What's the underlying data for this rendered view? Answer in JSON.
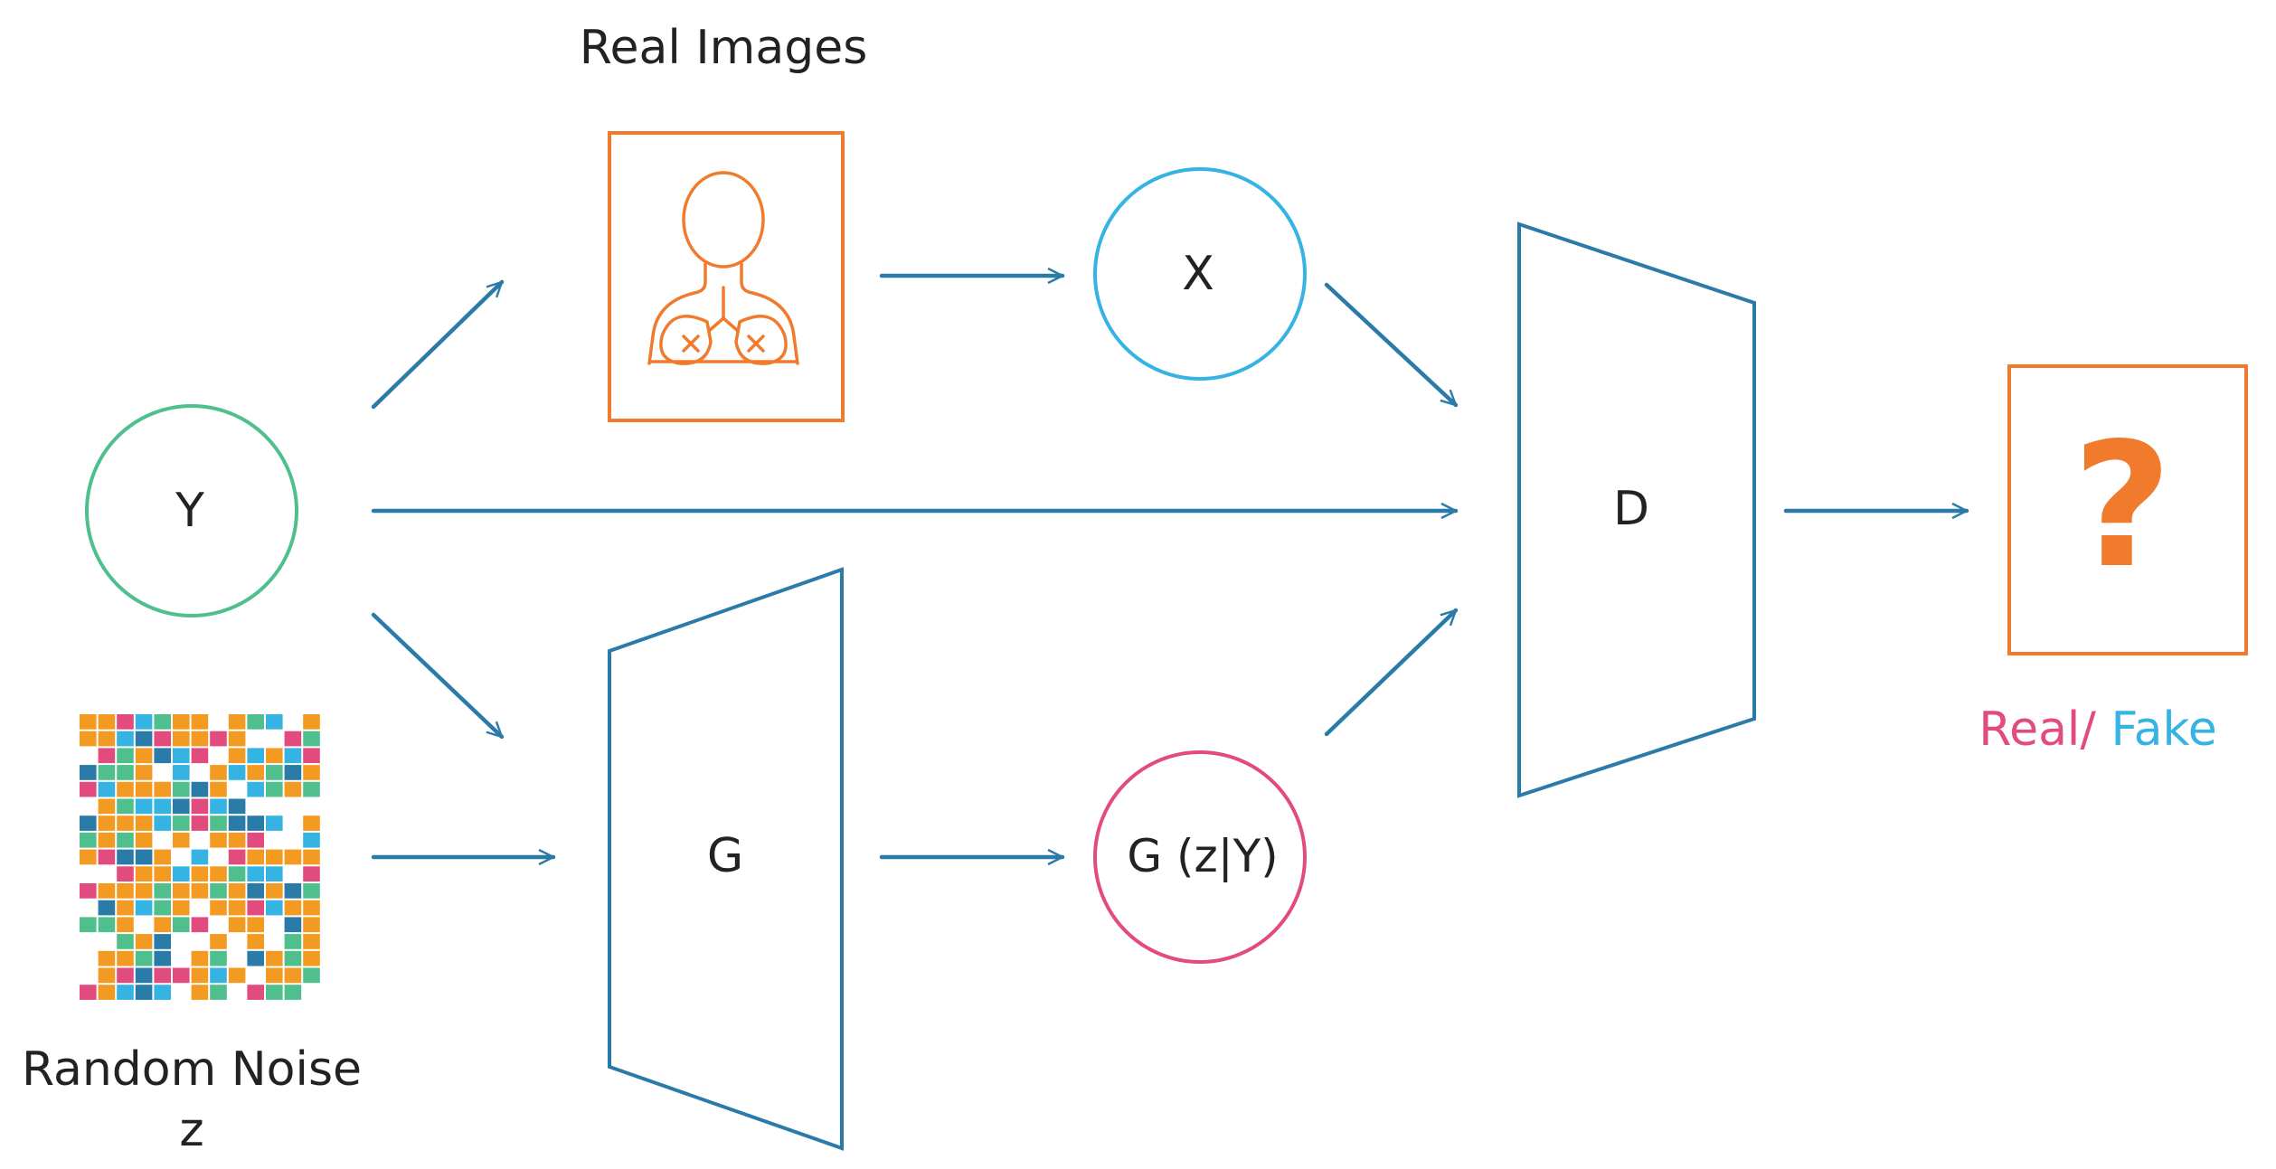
{
  "colors": {
    "arrow": "#2a7ba8",
    "real_images_frame": "#f07b2d",
    "node_y": "#4fc08d",
    "node_x": "#35b3e3",
    "node_gz": "#e24b7e",
    "generator": "#2a7ba8",
    "discriminator": "#2a7ba8",
    "result_frame": "#f07b2d",
    "question_mark": "#f07b2d",
    "real_text": "#e24b7e",
    "fake_text": "#35b3e3"
  },
  "title": "Real Images",
  "nodes": {
    "y": "Y",
    "x": "X",
    "d": "D",
    "g": "G",
    "gz": "G (z|Y)"
  },
  "noise": {
    "label": "Random Noise",
    "var": "z"
  },
  "result": {
    "symbol": "?",
    "real": "Real",
    "sep": "/ ",
    "fake": "Fake"
  },
  "icons": {
    "real_image": "lungs-icon",
    "noise": "noise-mosaic-icon"
  }
}
